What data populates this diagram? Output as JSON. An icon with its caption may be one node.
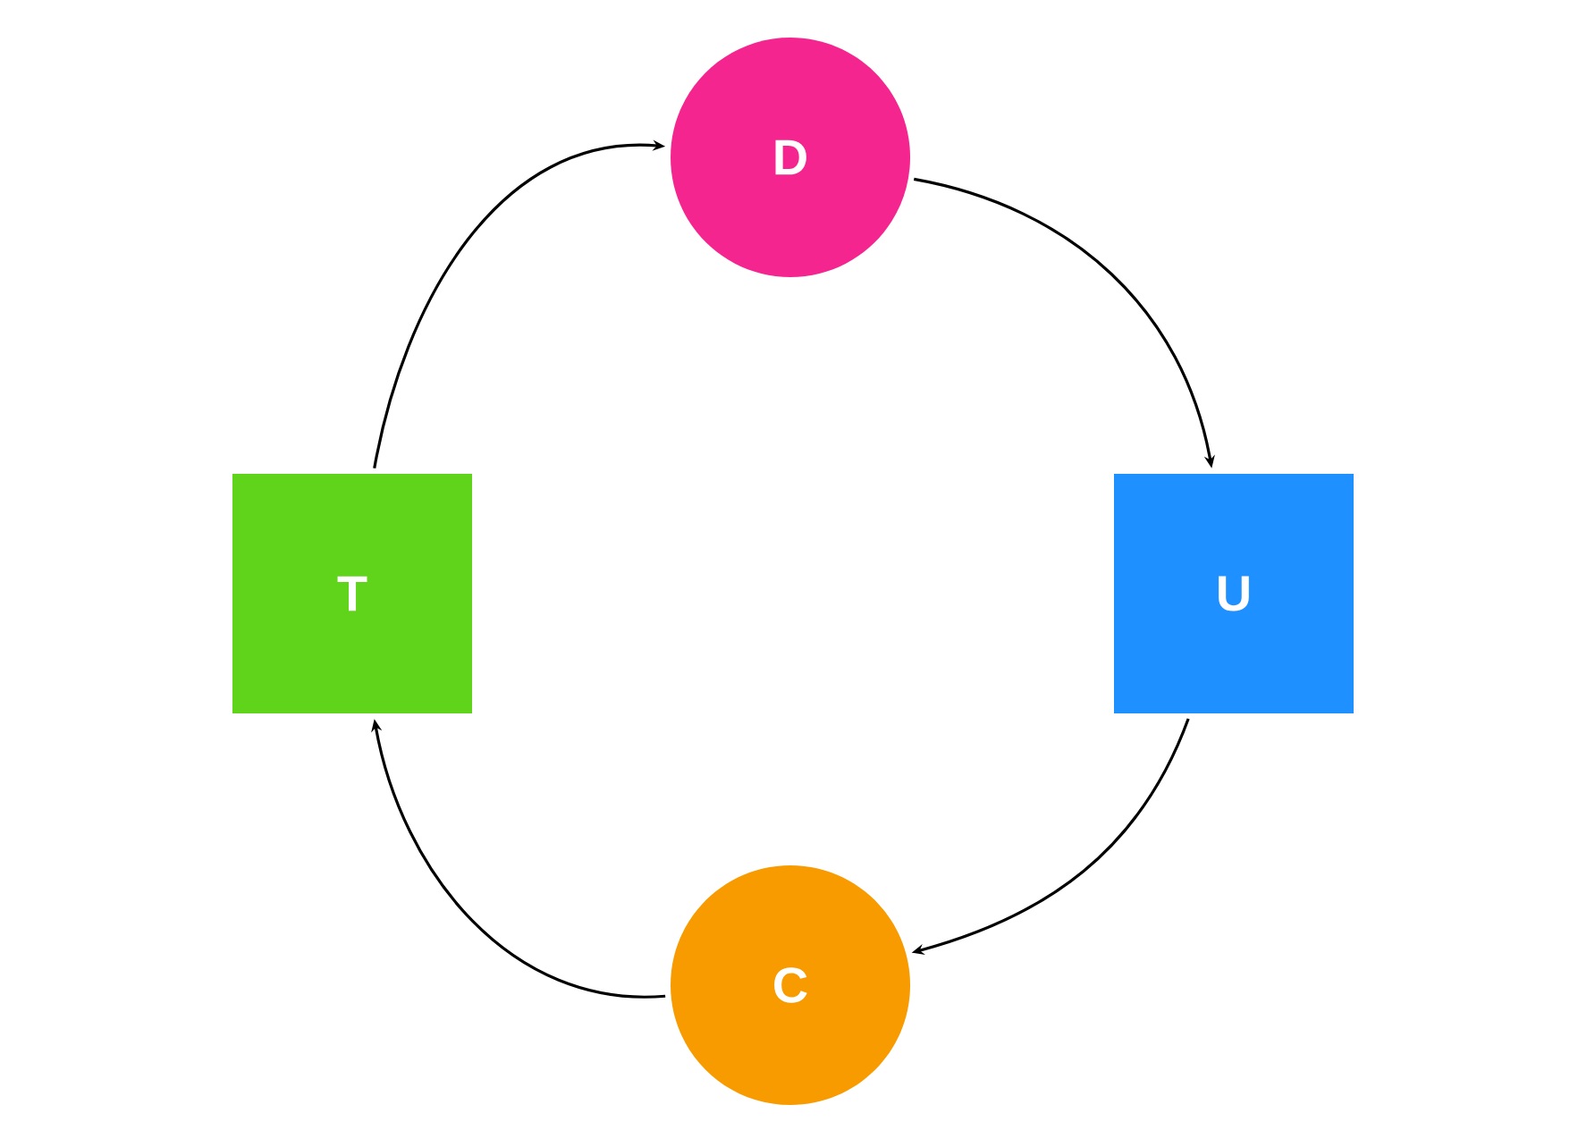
{
  "diagram": {
    "nodes": [
      {
        "text": [
          "D"
        ]
      },
      {
        "text": [
          "U"
        ]
      },
      {
        "text": [
          "C"
        ]
      },
      {
        "text": [
          "T"
        ]
      }
    ],
    "edges": [
      {
        "from": 0,
        "to": 1,
        "arrow": "to"
      },
      {
        "from": 1,
        "to": 2,
        "arrow": "to"
      },
      {
        "from": 2,
        "to": 3,
        "arrow": "to"
      },
      {
        "from": 3,
        "to": 0,
        "arrow": "to"
      }
    ]
  }
}
